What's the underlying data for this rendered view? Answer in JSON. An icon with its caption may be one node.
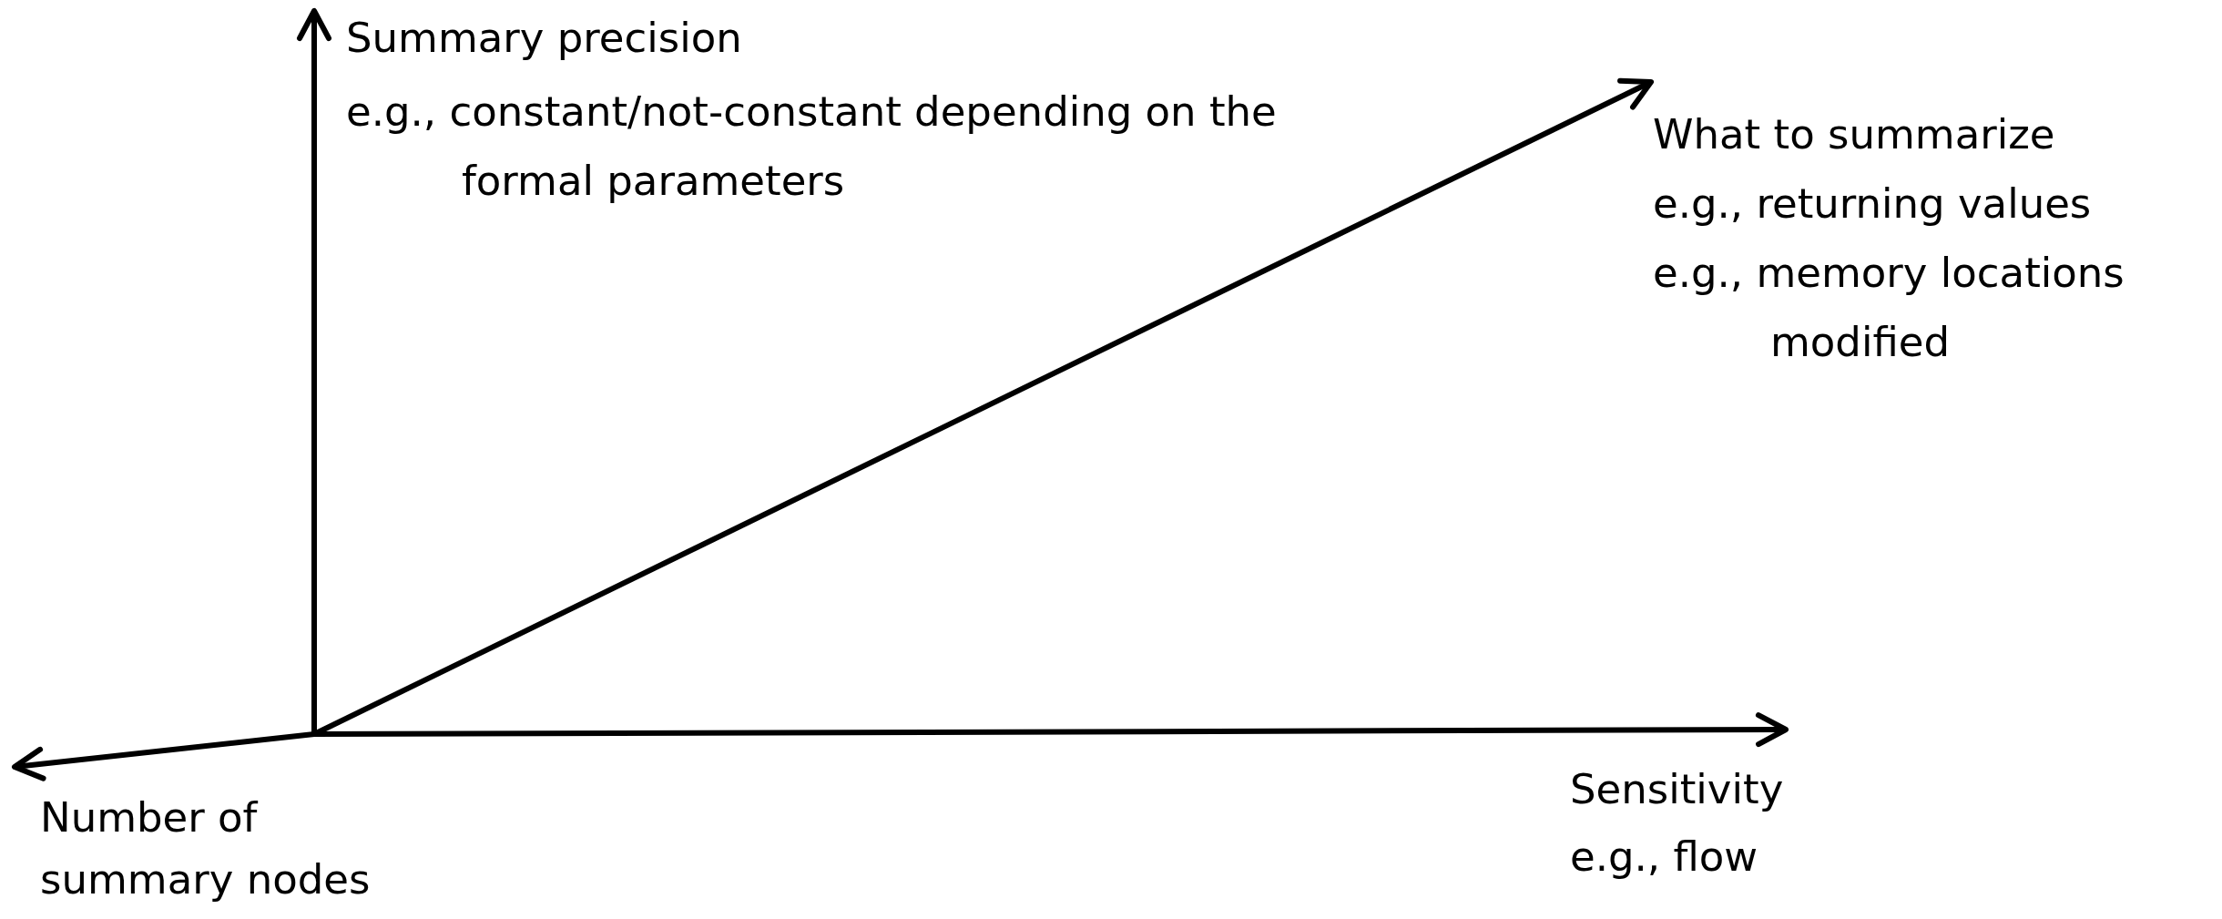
{
  "diagram": {
    "labels": [
      "Summary precision",
      "e.g., constant/not-constant depending on the formal parameters",
      "What to summarize",
      "e.g., returning values",
      "e.g., memory locations modified",
      "Sensitivity",
      "e.g., flow",
      "Number of summary nodes"
    ]
  }
}
